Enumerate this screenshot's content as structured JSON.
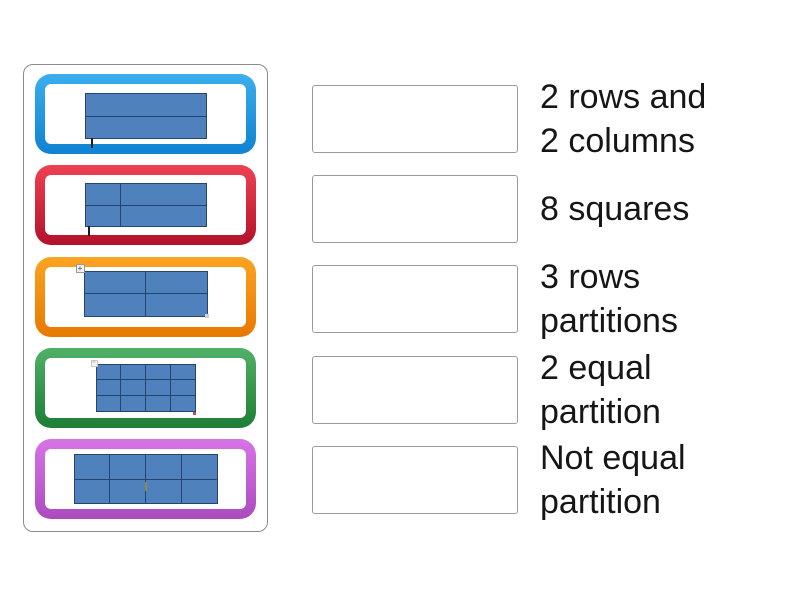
{
  "left_panel": {
    "shape_fill": "#4f81bd",
    "shape_line": "#27446e",
    "cards": [
      {
        "id": "blue",
        "border_top": "#3caeec",
        "border_bottom": "#0f82d2",
        "image": {
          "rows": 2,
          "cols": 1,
          "equal": true,
          "description": "rectangle partitioned into 2 equal horizontal rows"
        }
      },
      {
        "id": "red",
        "border_top": "#ef4154",
        "border_bottom": "#b3122a",
        "image": {
          "rows": 2,
          "cols": 2,
          "equal": false,
          "description": "rectangle partitioned into 2 rows and 2 unequal columns"
        }
      },
      {
        "id": "orange",
        "border_top": "#fba422",
        "border_bottom": "#e87800",
        "image": {
          "rows": 2,
          "cols": 2,
          "equal": true,
          "description": "rectangle partitioned into 2 rows and 2 columns"
        }
      },
      {
        "id": "green",
        "border_top": "#51b068",
        "border_bottom": "#1e7e36",
        "image": {
          "rows": 3,
          "cols": 4,
          "equal": true,
          "description": "rectangle partitioned into 3 rows and 4 columns"
        }
      },
      {
        "id": "purple",
        "border_top": "#d873e7",
        "border_bottom": "#ab4bc0",
        "image": {
          "rows": 2,
          "cols": 4,
          "equal": true,
          "description": "rectangle partitioned into 2 rows and 4 columns, 8 squares"
        }
      }
    ]
  },
  "right_panel": {
    "items": [
      {
        "label": "2 rows and\n2 columns"
      },
      {
        "label": "8 squares"
      },
      {
        "label": "3 rows\npartitions"
      },
      {
        "label": "2 equal\npartition"
      },
      {
        "label": "Not equal\npartition"
      }
    ]
  }
}
